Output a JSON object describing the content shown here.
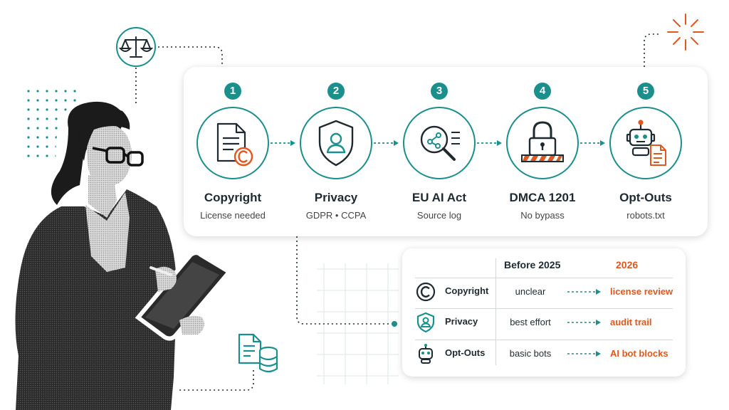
{
  "steps": [
    {
      "number": "1",
      "title": "Copyright",
      "subtitle": "License needed",
      "icon": "document-copyright-icon"
    },
    {
      "number": "2",
      "title": "Privacy",
      "subtitle": "GDPR • CCPA",
      "icon": "shield-user-icon"
    },
    {
      "number": "3",
      "title": "EU AI Act",
      "subtitle": "Source log",
      "icon": "magnifier-network-icon"
    },
    {
      "number": "4",
      "title": "DMCA 1201",
      "subtitle": "No bypass",
      "icon": "padlock-barrier-icon"
    },
    {
      "number": "5",
      "title": "Opt-Outs",
      "subtitle": "robots.txt",
      "icon": "robot-document-icon"
    }
  ],
  "comparison": {
    "headers": {
      "before": "Before 2025",
      "after": "2026"
    },
    "rows": [
      {
        "label": "Copyright",
        "before": "unclear",
        "after": "license review",
        "icon": "copyright-icon"
      },
      {
        "label": "Privacy",
        "before": "best effort",
        "after": "audit trail",
        "icon": "shield-user-icon"
      },
      {
        "label": "Opt-Outs",
        "before": "basic bots",
        "after": "AI bot blocks",
        "icon": "robot-icon"
      }
    ]
  },
  "decorations": {
    "scales_icon": "scales-of-justice-icon",
    "database_icon": "document-database-icon",
    "sparkle_icon": "sparkle-burst-icon",
    "person": "woman-with-tablet-illustration"
  },
  "colors": {
    "accent": "#1a8f8c",
    "highlight": "#e2571e",
    "text": "#1f2a30"
  }
}
